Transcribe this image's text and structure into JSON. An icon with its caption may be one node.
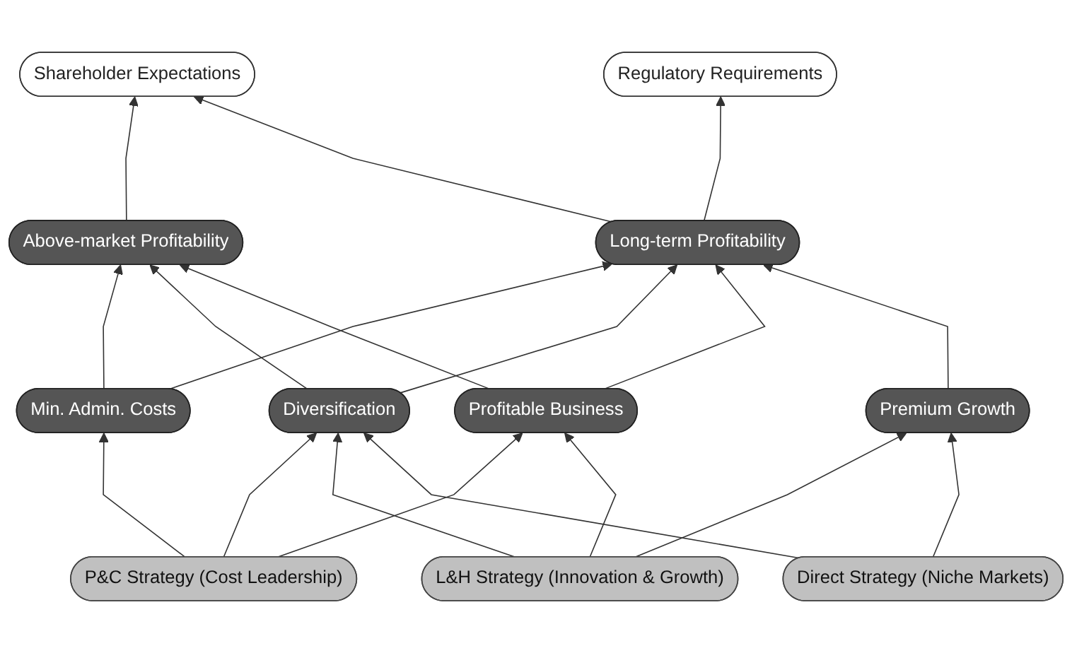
{
  "diagram": {
    "nodes": [
      {
        "text": [
          "Shareholder Expectations"
        ]
      },
      {
        "text": [
          "Regulatory Requirements"
        ]
      },
      {
        "text": [
          "Above-market Profitability"
        ]
      },
      {
        "text": [
          "Long-term Profitability"
        ]
      },
      {
        "text": [
          "Min. Admin. Costs"
        ]
      },
      {
        "text": [
          "Diversification"
        ]
      },
      {
        "text": [
          "Profitable Business"
        ]
      },
      {
        "text": [
          "Premium Growth"
        ]
      },
      {
        "text": [
          "P&C Strategy (Cost Leadership)"
        ]
      },
      {
        "text": [
          "L&H Strategy (Innovation & Growth)"
        ]
      },
      {
        "text": [
          "Direct Strategy (Niche Markets)"
        ]
      }
    ],
    "edges": [
      {
        "from": 2,
        "to": 0,
        "arrow": "to"
      },
      {
        "from": 3,
        "to": 0,
        "arrow": "to"
      },
      {
        "from": 3,
        "to": 1,
        "arrow": "to"
      },
      {
        "from": 4,
        "to": 2,
        "arrow": "to"
      },
      {
        "from": 4,
        "to": 3,
        "arrow": "to"
      },
      {
        "from": 5,
        "to": 2,
        "arrow": "to"
      },
      {
        "from": 5,
        "to": 3,
        "arrow": "to"
      },
      {
        "from": 6,
        "to": 2,
        "arrow": "to"
      },
      {
        "from": 6,
        "to": 3,
        "arrow": "to"
      },
      {
        "from": 7,
        "to": 3,
        "arrow": "to"
      },
      {
        "from": 8,
        "to": 4,
        "arrow": "to"
      },
      {
        "from": 8,
        "to": 5,
        "arrow": "to"
      },
      {
        "from": 8,
        "to": 6,
        "arrow": "to"
      },
      {
        "from": 9,
        "to": 5,
        "arrow": "to"
      },
      {
        "from": 9,
        "to": 6,
        "arrow": "to"
      },
      {
        "from": 9,
        "to": 7,
        "arrow": "to"
      },
      {
        "from": 10,
        "to": 5,
        "arrow": "to"
      },
      {
        "from": 10,
        "to": 7,
        "arrow": "to"
      }
    ]
  }
}
